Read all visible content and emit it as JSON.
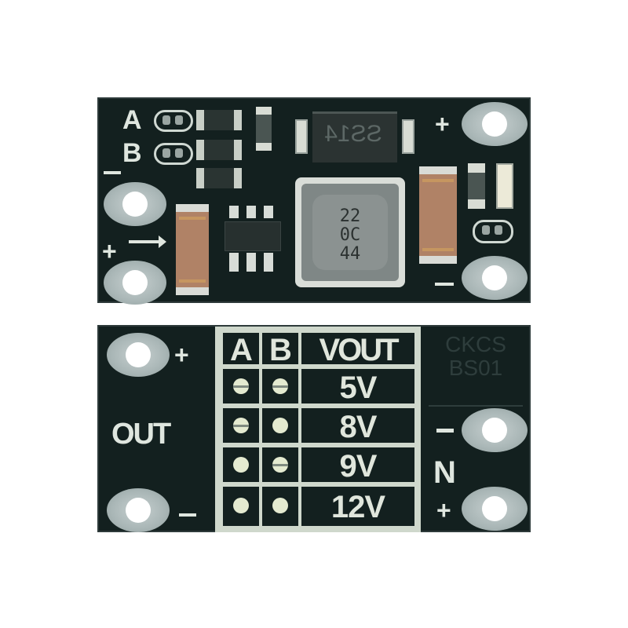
{
  "top_board": {
    "label_a": "A",
    "label_b": "B",
    "label_underscore": "_",
    "label_plus_top_right": "+",
    "label_plus_left": "+",
    "label_minus_bottom_right": "-",
    "arrow_icon": "right-arrow-icon",
    "diode_marking": "SS14",
    "inductor_marking": [
      "22",
      "0C",
      "44"
    ],
    "colors": {
      "pcb": "#13201f",
      "silkscreen": "#dfe6df",
      "pad": "#c7d0d0",
      "capacitor": "#b08266"
    }
  },
  "bottom_board": {
    "label_plus_top_left": "+",
    "label_out": "OUT",
    "label_minus_bottom_left": "-",
    "label_minus_right": "-",
    "label_in": "N",
    "label_plus_bottom_right": "+",
    "faint_marking": [
      "CKCS",
      "BS01"
    ],
    "voltage_table": {
      "headers": [
        "A",
        "B",
        "VOUT"
      ],
      "rows": [
        {
          "a": "bridged",
          "b": "bridged",
          "vout": "5V"
        },
        {
          "a": "bridged",
          "b": "open",
          "vout": "8V"
        },
        {
          "a": "open",
          "b": "bridged",
          "vout": "9V"
        },
        {
          "a": "open",
          "b": "open",
          "vout": "12V"
        }
      ]
    }
  }
}
